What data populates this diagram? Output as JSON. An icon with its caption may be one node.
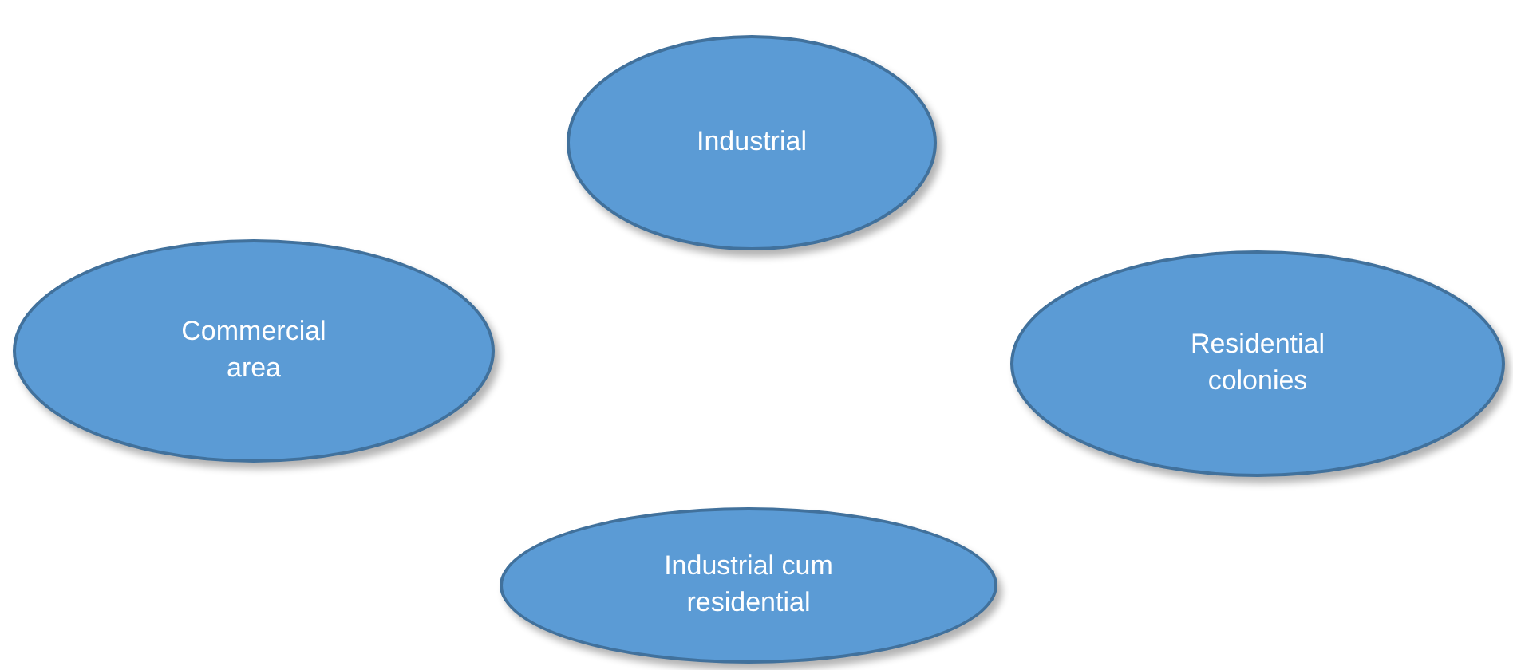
{
  "diagram": {
    "nodes": [
      {
        "text": [
          "Industrial"
        ]
      },
      {
        "text": [
          "Commercial area"
        ]
      },
      {
        "text": [
          "Residential colonies"
        ]
      },
      {
        "text": [
          "Industrial cum residential"
        ]
      }
    ]
  }
}
